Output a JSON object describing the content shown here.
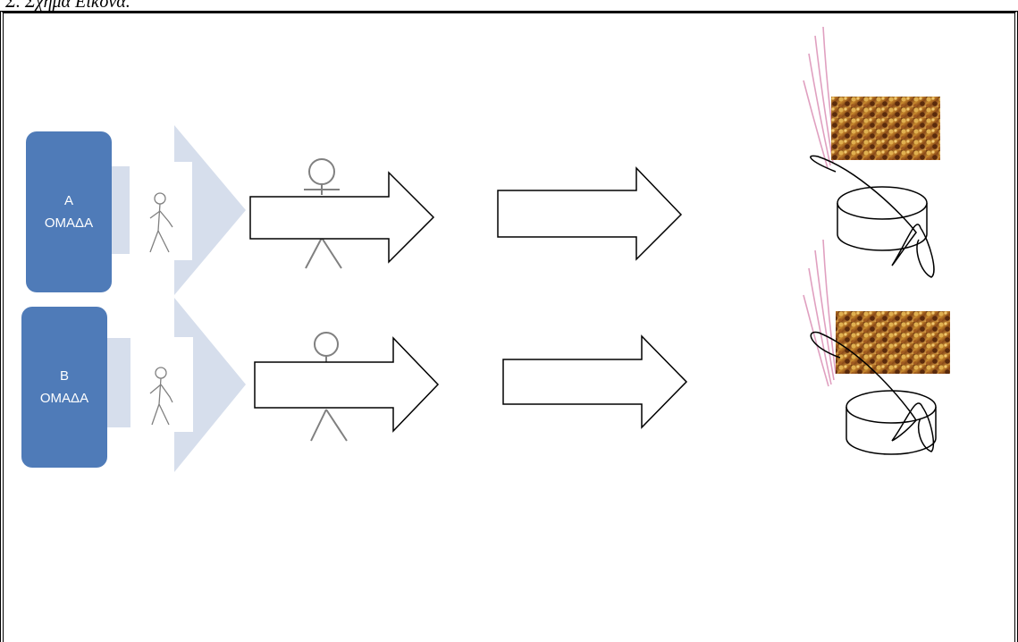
{
  "caption": "Σ. Σχήμα Εικόνα.",
  "groups": [
    {
      "letter": "Α",
      "name": "ΟΜΑΔΑ"
    },
    {
      "letter": "Β",
      "name": "ΟΜΑΔΑ"
    }
  ],
  "colors": {
    "group_box": "#4f7bb8",
    "chevron": "#d6deec",
    "outline": "#000000",
    "figure": "#808080",
    "pink_stroke": "#e0a0c0"
  }
}
